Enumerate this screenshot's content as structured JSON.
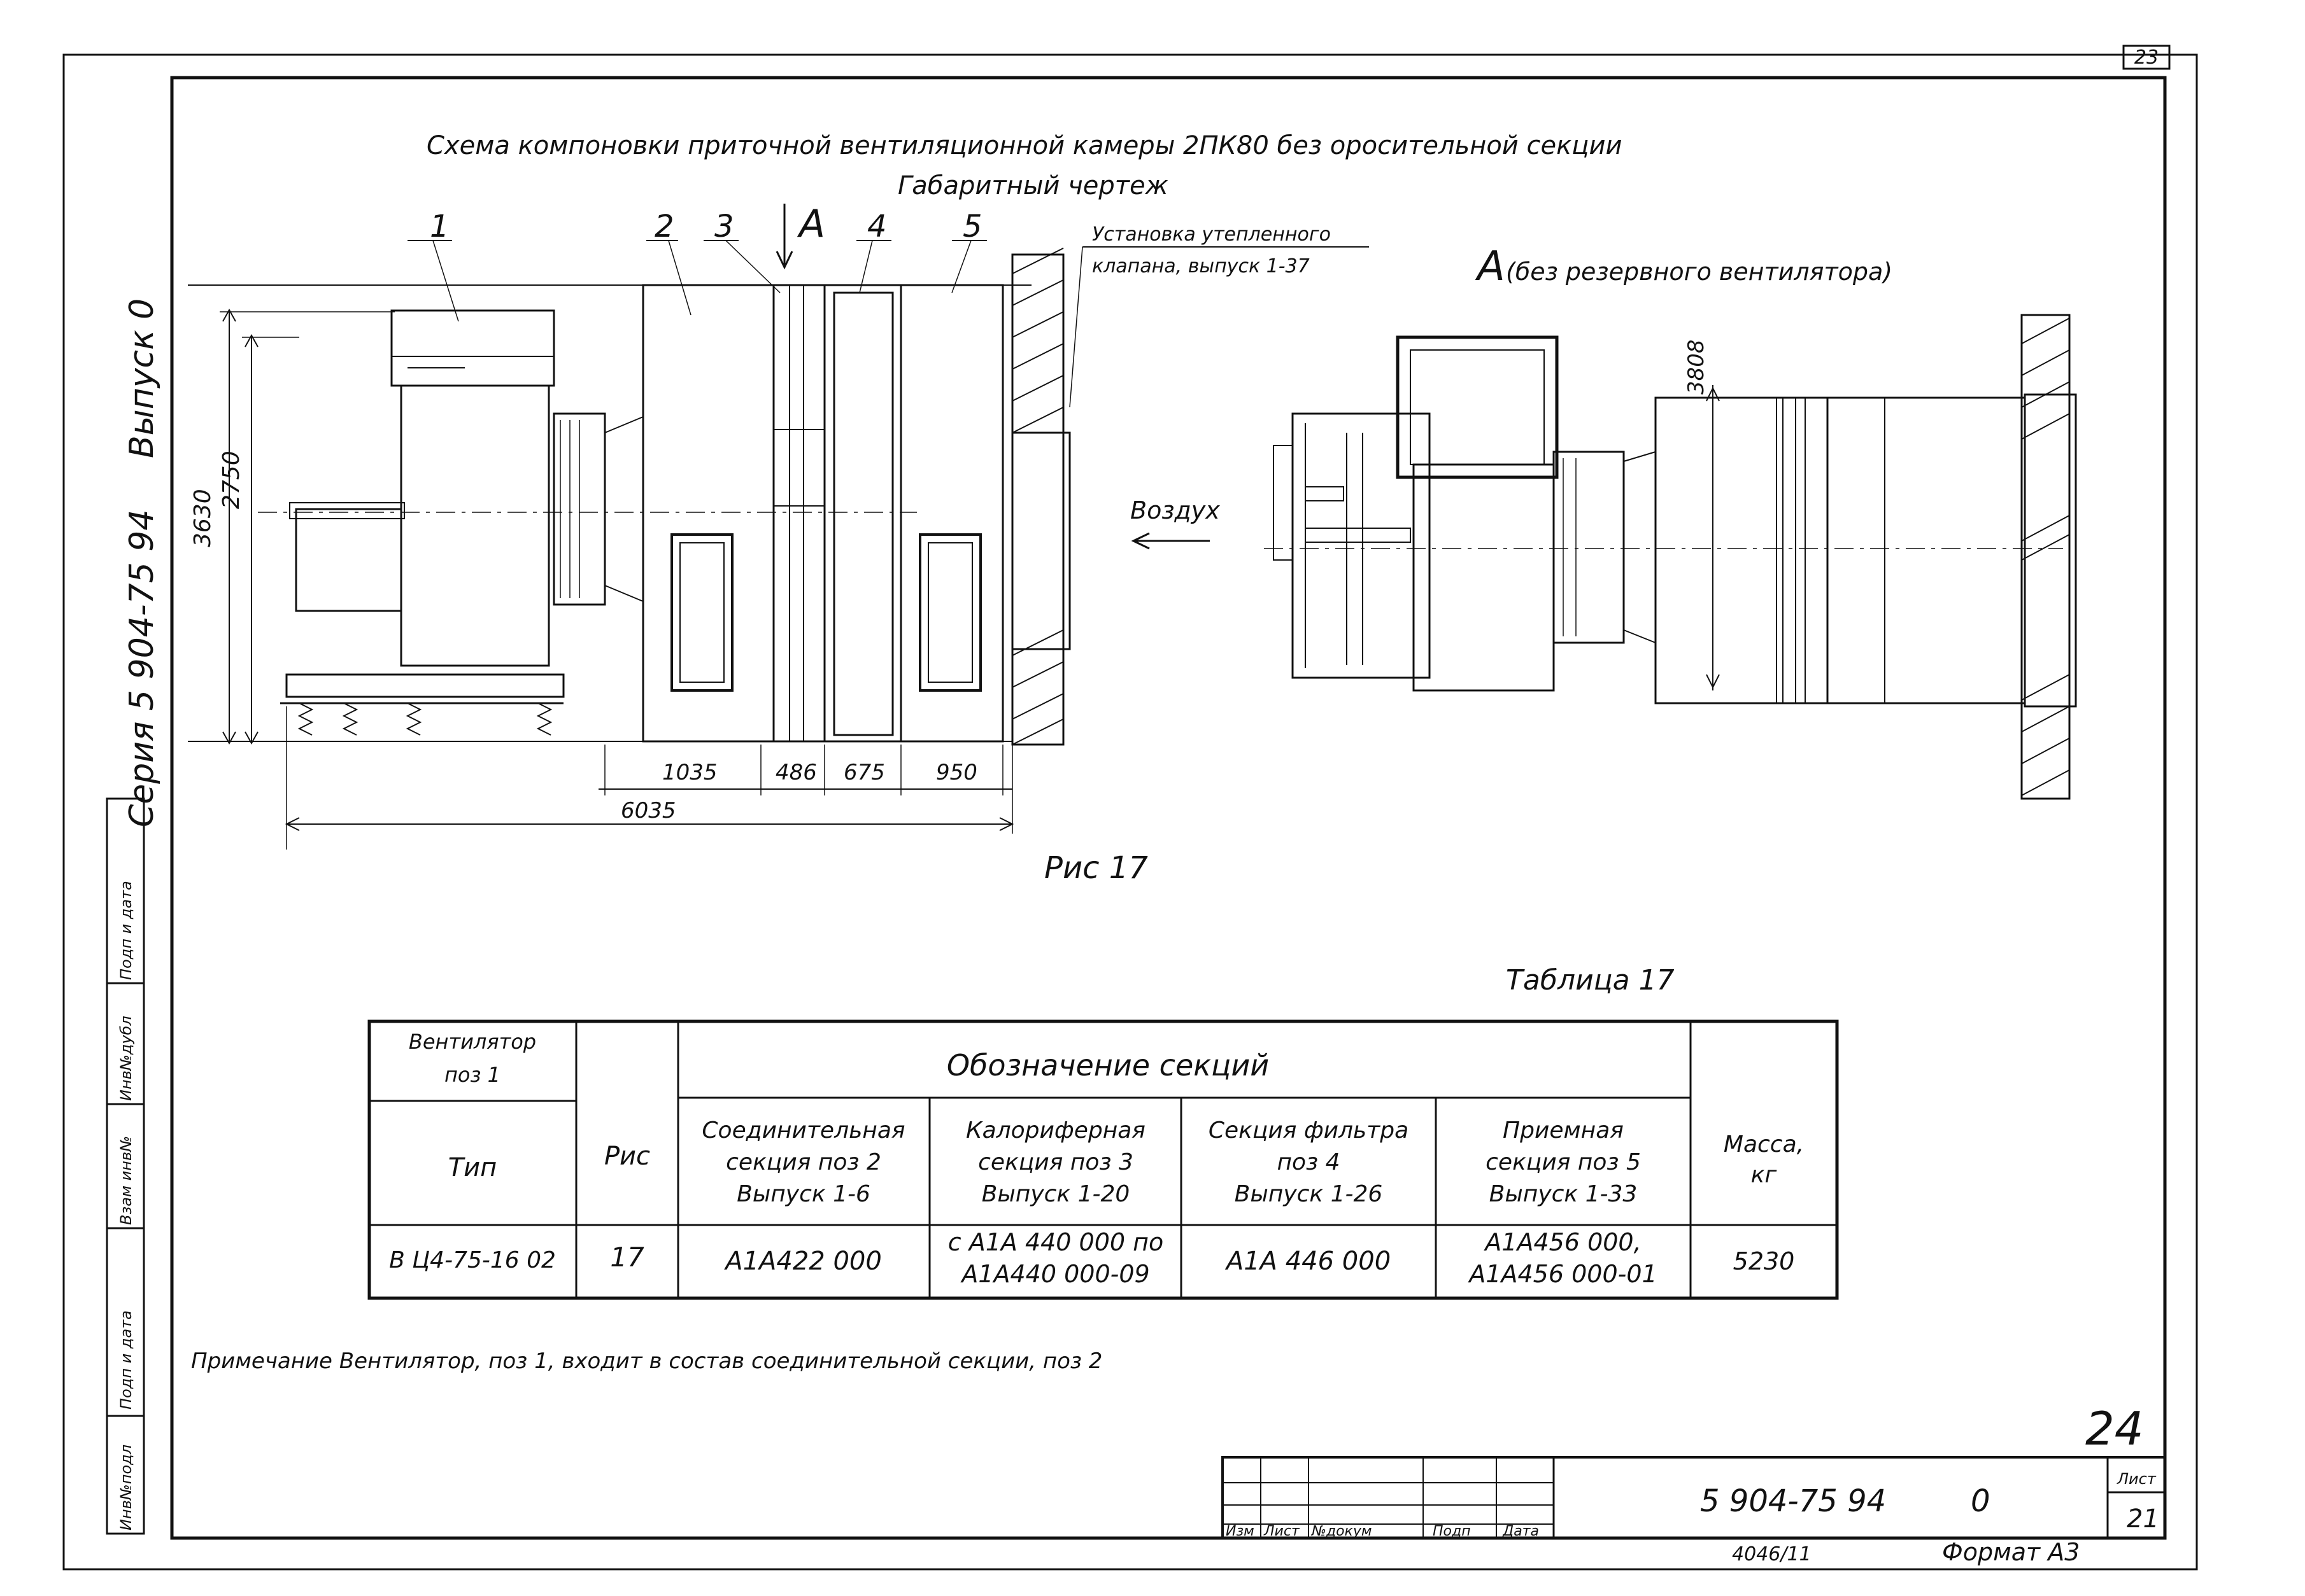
{
  "sheet": {
    "corner_number": "23",
    "handwritten_number": "24",
    "series_vertical": "Серия 5 904-75 94",
    "issue_vertical": "Выпуск 0",
    "format_label": "Формат А3",
    "format_prefix": "4046/11"
  },
  "title": {
    "line1": "Схема компоновки приточной вентиляционной камеры 2ПК80 без оросительной секции",
    "line2": "Габаритный чертеж"
  },
  "drawing": {
    "positions": [
      "1",
      "2",
      "3",
      "4",
      "5"
    ],
    "view_letter": "А",
    "valve_note_line1": "Установка утепленного",
    "valve_note_line2": "клапана, выпуск 1-37",
    "dim_height_total": "3630",
    "dim_height_inner": "2750",
    "dim_sections": [
      "1035",
      "486",
      "675",
      "950"
    ],
    "dim_total_length": "6035",
    "air_label": "Воздух",
    "figure_caption": "Рис 17",
    "view_a_label": "А",
    "view_a_note": "(без резервного вентилятора)",
    "view_a_dim": "3808"
  },
  "table": {
    "caption": "Таблица 17",
    "headers": {
      "fan_group": "Вентилятор поз 1",
      "fan_type": "Тип",
      "fig": "Рис",
      "sections_group": "Обозначение секций",
      "connecting": [
        "Соединительная",
        "секция поз 2",
        "Выпуск 1-6"
      ],
      "heater": [
        "Калориферная",
        "секция поз 3",
        "Выпуск 1-20"
      ],
      "filter": [
        "Секция фильтра",
        "поз 4",
        "Выпуск 1-26"
      ],
      "intake": [
        "Приемная",
        "секция поз 5",
        "Выпуск 1-33"
      ],
      "mass": [
        "Масса,",
        "кг"
      ]
    },
    "row": {
      "fan_type": "В Ц4-75-16 02",
      "fig": "17",
      "connecting": "А1А422 000",
      "heater": [
        "с А1А 440 000 по",
        "А1А440 000-09"
      ],
      "filter": "А1А 446 000",
      "intake": [
        "А1А456 000,",
        "А1А456 000-01"
      ],
      "mass": "5230"
    }
  },
  "note": "Примечание Вентилятор, поз 1, входит в состав соединительной секции, поз 2",
  "left_stamp": [
    "Инв№подл",
    "Подп и дата",
    "Взам инв№",
    "Инв№дубл",
    "Подп и дата"
  ],
  "title_block": {
    "code": "5 904-75 94",
    "issue": "0",
    "sheet_label": "Лист",
    "sheet_number": "21",
    "columns": [
      "Изм",
      "Лист",
      "№докум",
      "Подп",
      "Дата"
    ]
  }
}
